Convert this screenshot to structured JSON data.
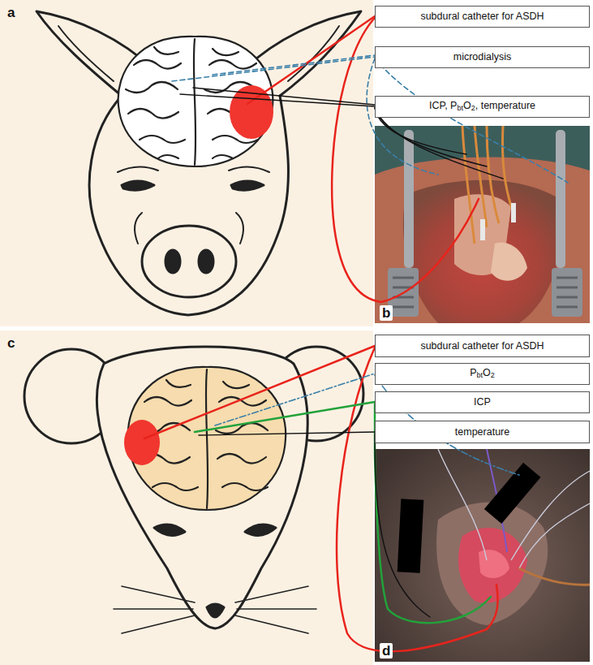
{
  "diagram": {
    "nodes": [
      {
        "text": [
          "subdural catheter for ASDH"
        ]
      },
      {
        "text": [
          "microdialysis"
        ]
      },
      {
        "text": [
          "ICP, PbtO2, temperature"
        ]
      },
      {
        "text": [
          "subdural catheter for ASDH"
        ]
      },
      {
        "text": [
          "PbtO2"
        ]
      },
      {
        "text": [
          "ICP"
        ]
      },
      {
        "text": [
          "temperature"
        ]
      }
    ],
    "labels": [
      "a",
      "b",
      "c",
      "d"
    ]
  }
}
